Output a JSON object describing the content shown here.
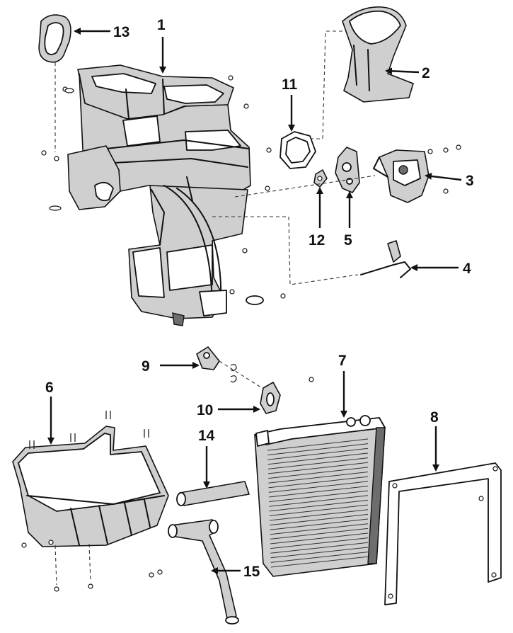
{
  "callouts": [
    {
      "id": "1",
      "label": "1"
    },
    {
      "id": "2",
      "label": "2"
    },
    {
      "id": "3",
      "label": "3"
    },
    {
      "id": "4",
      "label": "4"
    },
    {
      "id": "5",
      "label": "5"
    },
    {
      "id": "6",
      "label": "6"
    },
    {
      "id": "7",
      "label": "7"
    },
    {
      "id": "8",
      "label": "8"
    },
    {
      "id": "9",
      "label": "9"
    },
    {
      "id": "10",
      "label": "10"
    },
    {
      "id": "11",
      "label": "11"
    },
    {
      "id": "12",
      "label": "12"
    },
    {
      "id": "13",
      "label": "13"
    },
    {
      "id": "14",
      "label": "14"
    },
    {
      "id": "15",
      "label": "15"
    }
  ],
  "colors": {
    "ink": "#111111",
    "shade": "#cfcfcf",
    "dark": "#6d6d6d",
    "paper": "#ffffff"
  }
}
